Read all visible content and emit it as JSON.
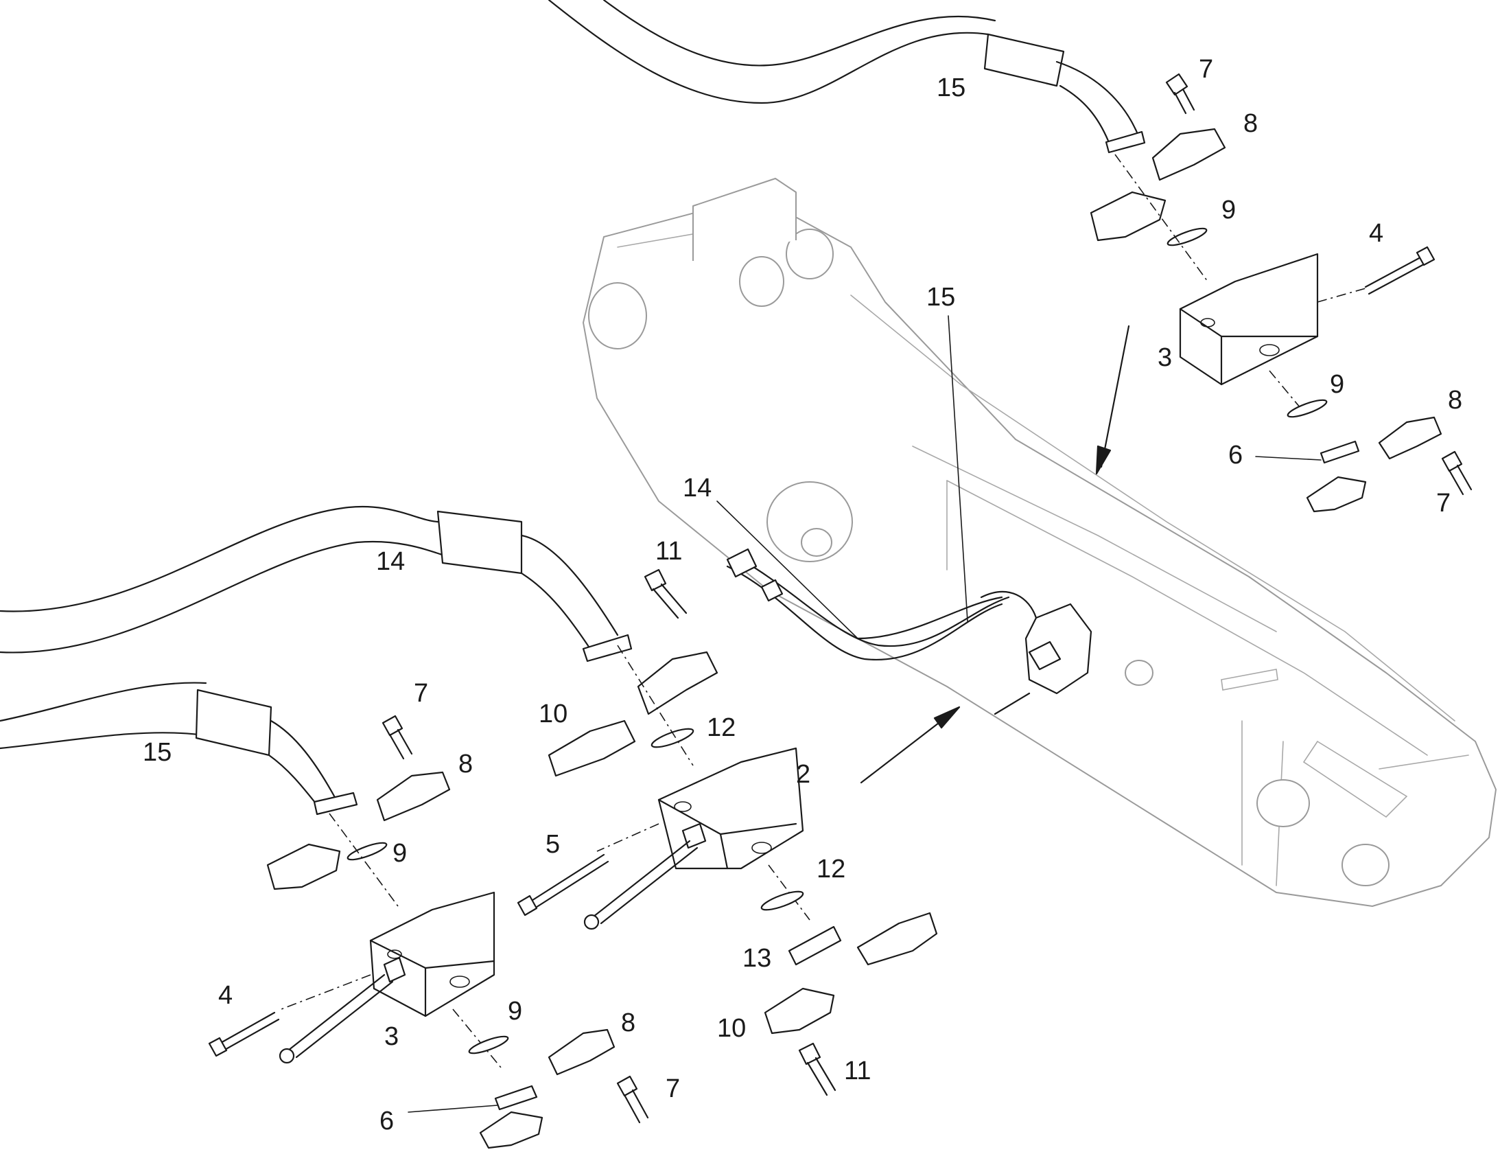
{
  "labels": {
    "l15a": "15",
    "l7a": "7",
    "l8a": "8",
    "l9a": "9",
    "l4a": "4",
    "l3a": "3",
    "l15b": "15",
    "l9b": "9",
    "l8b": "8",
    "l6a": "6",
    "l7b": "7",
    "l14a": "14",
    "l14b": "14",
    "l11a": "11",
    "l10a": "10",
    "l12a": "12",
    "l2": "2",
    "l15c": "15",
    "l7c": "7",
    "l8c": "8",
    "l9c": "9",
    "l5": "5",
    "l12b": "12",
    "l13": "13",
    "l4b": "4",
    "l9d": "9",
    "l3b": "3",
    "l8d": "8",
    "l10b": "10",
    "l11b": "11",
    "l7d": "7",
    "l6b": "6"
  }
}
